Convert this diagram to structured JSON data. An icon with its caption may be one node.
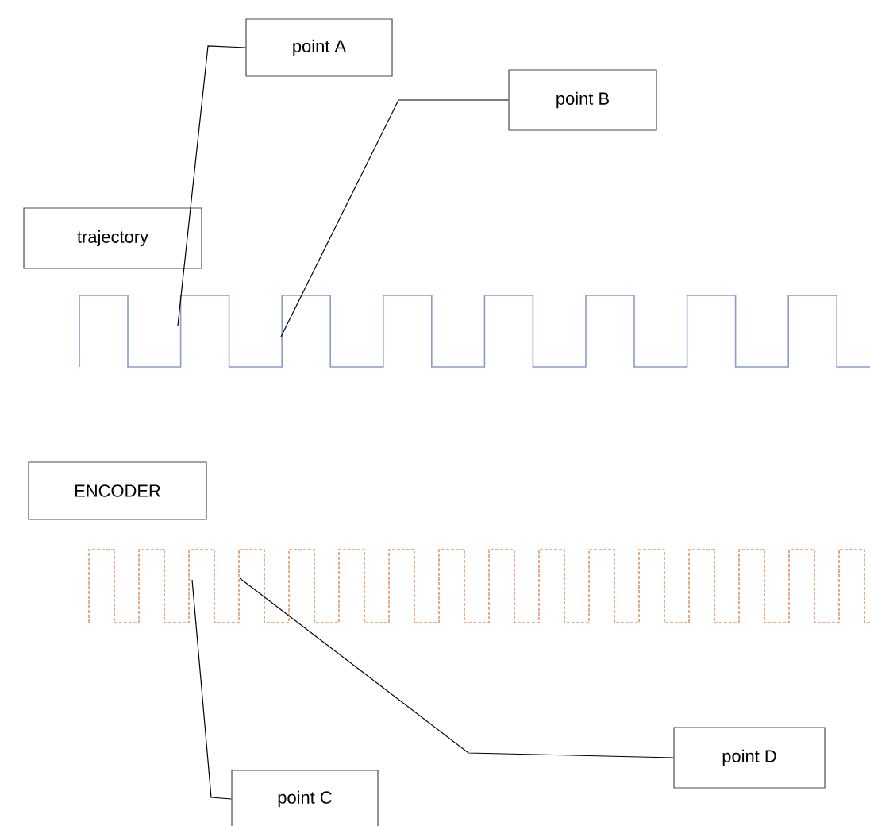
{
  "diagram": {
    "nodes": [
      {
        "text": [
          "trajectory"
        ]
      },
      {
        "text": [
          "point A"
        ]
      },
      {
        "text": [
          "point B"
        ]
      },
      {
        "text": [],
        "shape": "waveform"
      },
      {
        "text": [
          "ENCODER"
        ]
      },
      {
        "text": [],
        "shape": "waveform"
      },
      {
        "text": [
          "point C"
        ]
      },
      {
        "text": [
          "point D"
        ]
      }
    ],
    "edges": [
      {
        "from": 1,
        "to": 3,
        "arrow": "none"
      },
      {
        "from": 2,
        "to": 3,
        "arrow": "none"
      },
      {
        "from": 6,
        "to": 5,
        "arrow": "none"
      },
      {
        "from": 7,
        "to": 5,
        "arrow": "none"
      }
    ]
  }
}
